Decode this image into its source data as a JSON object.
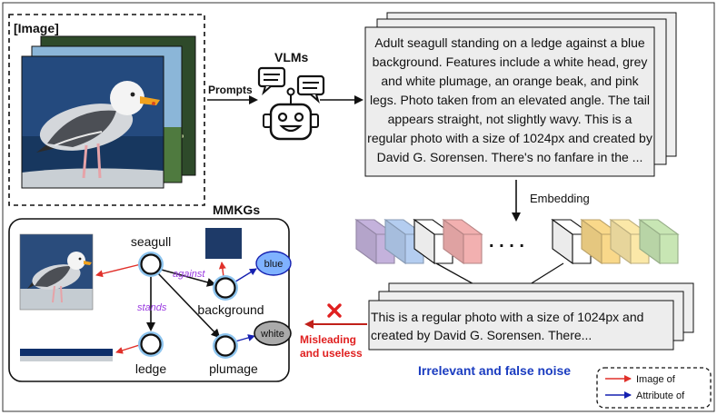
{
  "image_section": {
    "label": "[Image]"
  },
  "prompts_label": "Prompts",
  "vlms_label": "VLMs",
  "caption_text": "Adult seagull standing on a ledge against a blue background. Features include a white head, grey and white plumage, an orange beak, and pink legs. Photo taken from an elevated angle. The tail appears straight, not slightly wavy. This is a regular photo with a size of 1024px and created by David G. Sorensen. There's no fanfare in the ...",
  "embedding_label": "Embedding",
  "dots_label": ". . . .",
  "noise_text": "This is a regular photo with a size of 1024px and created by David G. Sorensen. There...",
  "mmkg": {
    "title": "MMKGs",
    "nodes": {
      "seagull": "seagull",
      "ledge": "ledge",
      "background": "background",
      "plumage": "plumage"
    },
    "attributes": {
      "blue": "blue",
      "white": "white"
    },
    "edges": {
      "against": "against",
      "stands": "stands"
    }
  },
  "misleading_label": [
    "Misleading",
    "and useless"
  ],
  "irrelevant_label": "Irrelevant and false noise",
  "legend": {
    "items": [
      {
        "label": "Image of",
        "color": "#e0302a"
      },
      {
        "label": "Attribute of",
        "color": "#1520b0"
      }
    ]
  },
  "colors": {
    "image_arrow": "#e0302a",
    "attribute_arrow": "#1520b0",
    "warning": "#e02020",
    "irrelevant_text": "#1a3cc0",
    "edge_label": "#9a3be0",
    "node_ring": "#8ec5ef",
    "blue_attr_fill": "#7fb2ff",
    "white_attr_fill": "#aaaaaa",
    "panel_fill": "#ededed"
  },
  "cube_colors": [
    "#c4b2dc",
    "#b4cdf0",
    "#ffffff",
    "#f2b0b0",
    "#ffffff",
    "#f9d88a",
    "#fbe8a8",
    "#c8e6b4"
  ]
}
